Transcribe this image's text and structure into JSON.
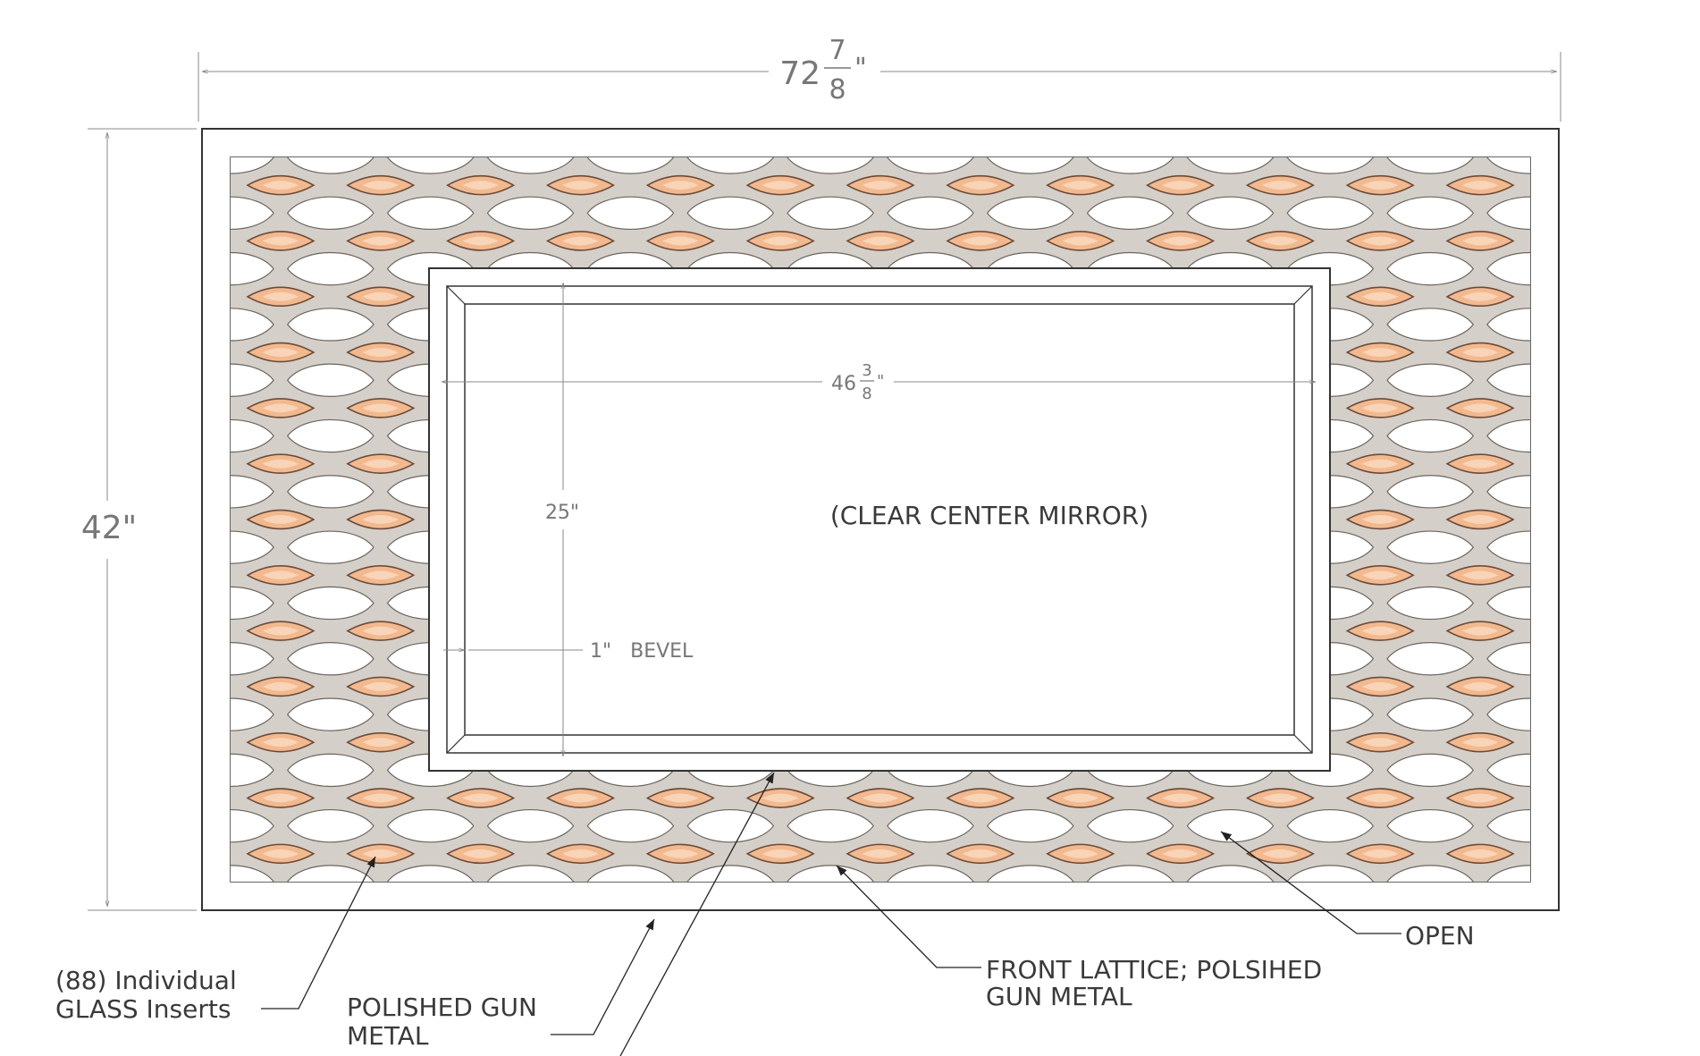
{
  "overall_width": {
    "whole": "72",
    "numerator": "7",
    "denominator": "8",
    "unit": "\""
  },
  "overall_height": "42\"",
  "mirror_width": {
    "whole": "46",
    "numerator": "3",
    "denominator": "8",
    "unit": "\""
  },
  "mirror_height": "25\"",
  "bevel_label": "1\"   BEVEL",
  "center_label": "(CLEAR CENTER MIRROR)",
  "callouts": {
    "glass_inserts": [
      "(88) Individual",
      "GLASS Inserts"
    ],
    "polished_gun_metal": [
      "POLISHED GUN",
      "METAL"
    ],
    "front_lattice": [
      "FRONT LATTICE; POLSIHED",
      "GUN METAL"
    ],
    "open": "OPEN"
  },
  "colors": {
    "line": "#333333",
    "dim_line": "#888888",
    "lattice": "#d4cfc8",
    "lattice_edge": "#6a6560",
    "glass": "#f2b98f",
    "glass_highlight": "#f8d4b8",
    "glass_edge": "#6b4a38"
  },
  "lattice": {
    "columns": 13,
    "rows": 13,
    "glass_insert_count": 88
  }
}
